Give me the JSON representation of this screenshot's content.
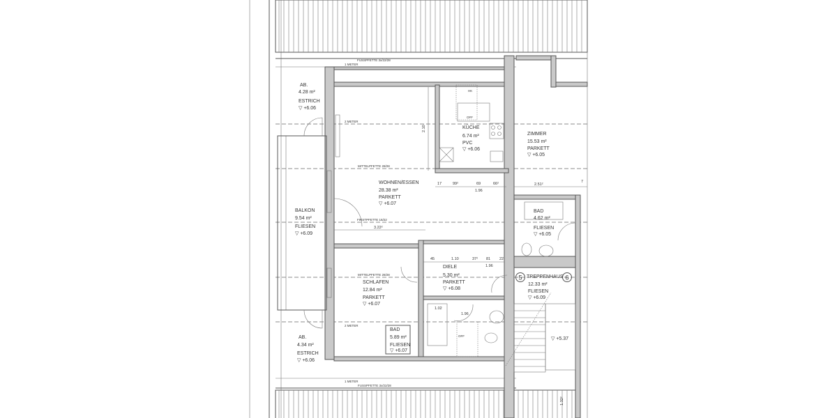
{
  "plan": {
    "beams": {
      "fusspfette_top": "FUSSPFETTE 3x/22/28",
      "fusspfette_bottom": "FUSSPFETTE 3x/22/28",
      "mittelpfette_top": "MITTELPFETTE 28/28",
      "mittelpfette_bottom": "MITTELPFETTE 28/28",
      "firstpfette": "FIRSTPFETTE 16/22"
    },
    "height_lines": {
      "top_1m": "1 METER",
      "top_2m": "2 METER",
      "bottom_2m": "2 METER",
      "bottom_1m": "1 METER"
    },
    "rooms": {
      "ab_top": {
        "name": "AB.",
        "area": "4.28 m²",
        "floor": "ESTRICH",
        "level": "▽ +6.06"
      },
      "kueche": {
        "name": "KÜCHE",
        "area": "6.74 m²",
        "floor": "PVC",
        "level": "▽ +6.06"
      },
      "zimmer": {
        "name": "ZIMMER",
        "area": "15.53 m²",
        "floor": "PARKETT",
        "level": "▽ +6.05"
      },
      "wohnen": {
        "name": "WOHNEN/ESSEN",
        "area": "28.38 m²",
        "floor": "PARKETT",
        "level": "▽ +6.07"
      },
      "balkon": {
        "name": "BALKON",
        "area": "9.54 m²",
        "floor": "FLIESEN",
        "level": "▽ +6.09"
      },
      "bad_right": {
        "name": "BAD",
        "area": "4.62 m²",
        "floor": "FLIESEN",
        "level": "▽ +6.05"
      },
      "diele": {
        "name": "DIELE",
        "area": "5.30 m²",
        "floor": "PARKETT",
        "level": "▽ +6.08"
      },
      "schlafen": {
        "name": "SCHLAFEN",
        "area": "12.84 m²",
        "floor": "PARKETT",
        "level": "▽ +6.07"
      },
      "treppenhaus": {
        "name": "TREPPENHAUS",
        "area": "12.33 m²",
        "floor": "FLIESEN",
        "level": "▽ +6.09"
      },
      "bad": {
        "name": "BAD",
        "area": "5.89 m²",
        "floor": "FLIESEN",
        "level": "▽ +6.07"
      },
      "ab_bottom": {
        "name": "AB.",
        "area": "4.34 m²",
        "floor": "ESTRICH",
        "level": "▽ +6.06"
      }
    },
    "stair_level": "▽ +5.37",
    "axis_markers": [
      "5",
      "6"
    ],
    "dimensions": {
      "kitchen_height": "2.10",
      "wohnen_row": [
        "17",
        "99²",
        "69",
        "66²"
      ],
      "wohnen_total": "1.96",
      "wohnen_width": "3.22²",
      "zimmer_width": "2.51²",
      "zimmer_side": "7",
      "diele_row": [
        "45",
        "1.10",
        "37²",
        "81",
        "22"
      ],
      "diele_total": "1.96",
      "bad_top": "1.02",
      "bad_door": "1.96",
      "stair_side": "1.32²"
    },
    "fixtures": {
      "kitchen_fridge": "HK",
      "kitchen_off": "OFF",
      "bad_off": "OFF"
    }
  }
}
